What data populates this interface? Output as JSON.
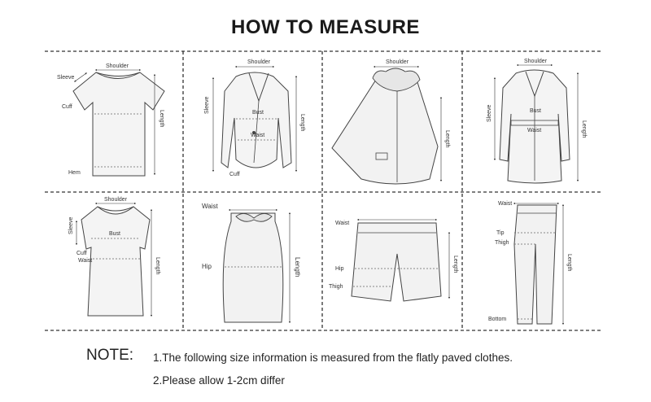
{
  "title": "HOW TO MEASURE",
  "panels": [
    {
      "id": "tshirt",
      "labels": {
        "shoulder": "Shoulder",
        "sleeve": "Sleeve",
        "cuff": "Cuff",
        "hem": "Hem",
        "length": "Length"
      }
    },
    {
      "id": "blazer",
      "labels": {
        "shoulder": "Shoulder",
        "bust": "Bust",
        "waist": "Waist",
        "sleeve": "Sleeve",
        "cuff": "Cuff",
        "length": "Length"
      }
    },
    {
      "id": "cape",
      "labels": {
        "shoulder": "Shoulder",
        "length": "Length"
      }
    },
    {
      "id": "coat",
      "labels": {
        "shoulder": "Shoulder",
        "bust": "Bust",
        "waist": "Waist",
        "sleeve": "Sleeve",
        "length": "Length"
      }
    },
    {
      "id": "dress",
      "labels": {
        "shoulder": "Shoulder",
        "bust": "Bust",
        "sleeve": "Sleeve",
        "cuff": "Cuff",
        "waist": "Waist",
        "length": "Length"
      }
    },
    {
      "id": "skirt",
      "labels": {
        "waist": "Waist",
        "hip": "Hip",
        "length": "Length"
      }
    },
    {
      "id": "shorts",
      "labels": {
        "waist": "Waist",
        "hip": "Hip",
        "thigh": "Thigh",
        "length": "Length"
      }
    },
    {
      "id": "pants",
      "labels": {
        "waist": "Waist",
        "tip": "Tip",
        "thigh": "Thigh",
        "bottom": "Bottom",
        "length": "Length"
      }
    }
  ],
  "note": {
    "heading": "NOTE:",
    "line1": "1.The following size information is measured from the flatly paved clothes.",
    "line2": "2.Please allow 1-2cm differ"
  }
}
